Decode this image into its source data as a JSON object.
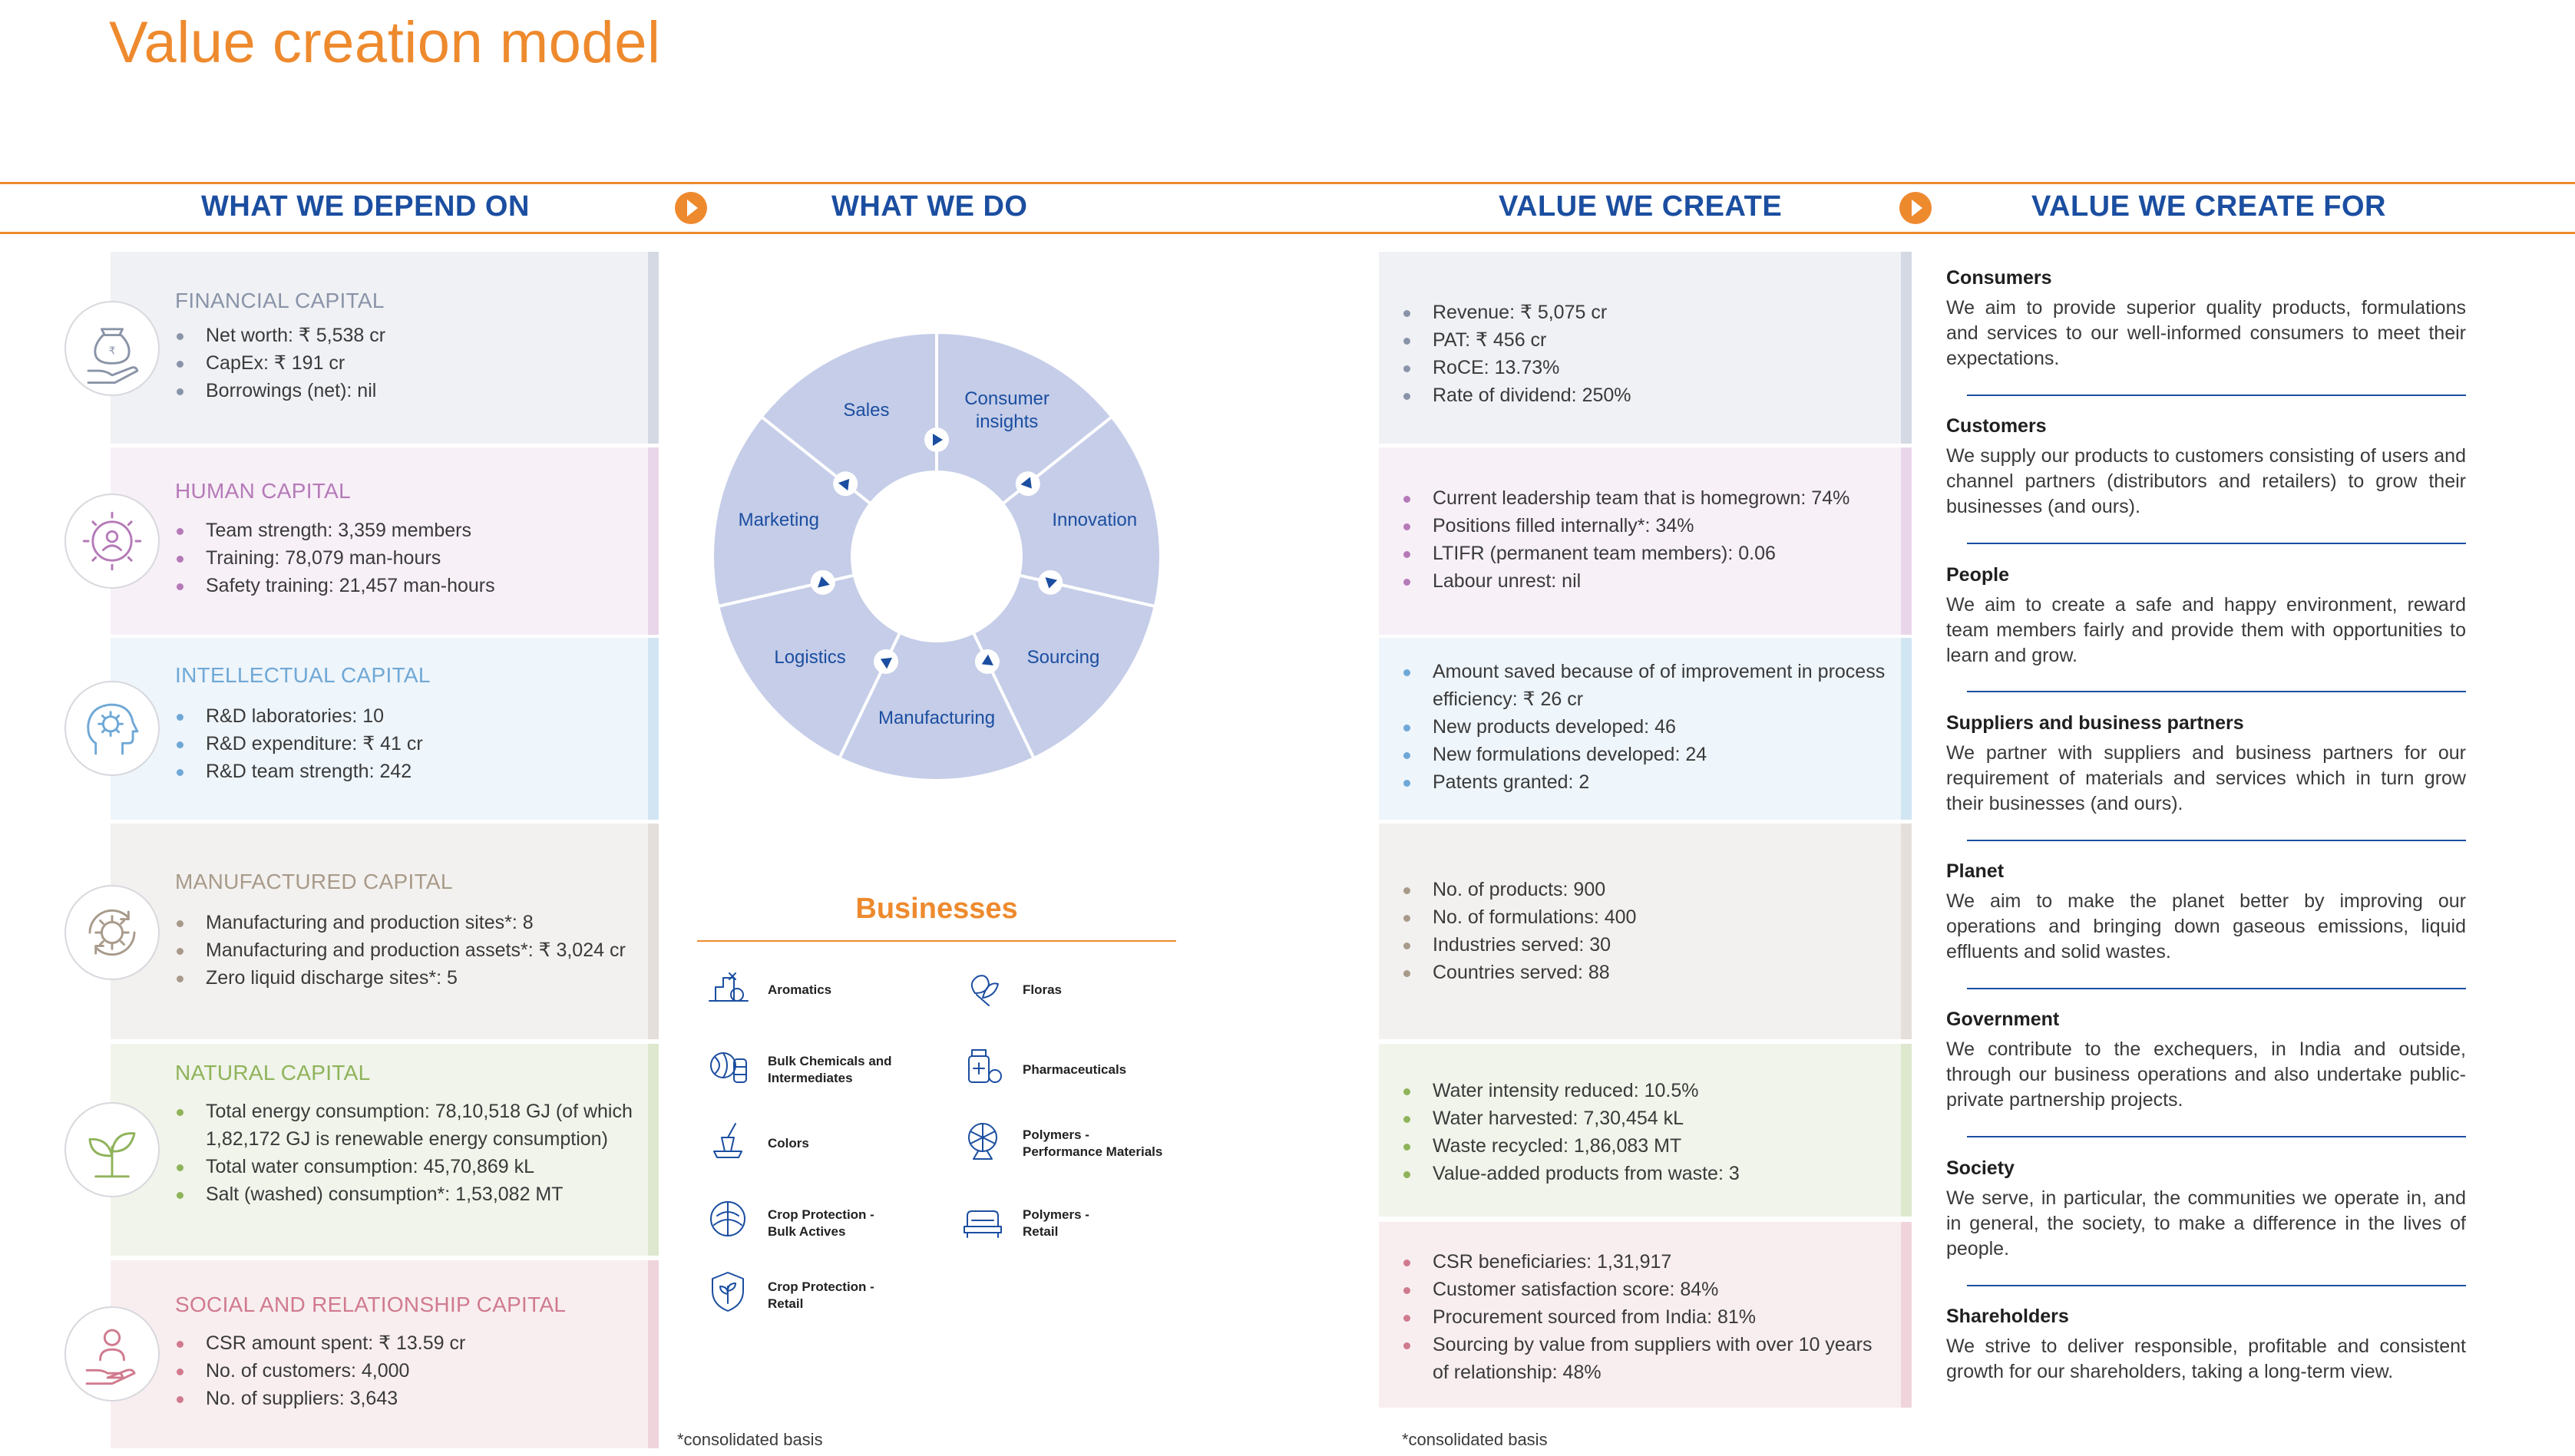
{
  "title": "Value creation model",
  "headers": {
    "depend_on": "WHAT WE DEPEND ON",
    "what_we_do": "WHAT WE DO",
    "value_create": "VALUE WE CREATE",
    "value_for": "VALUE WE CREATE FOR"
  },
  "capitals": [
    {
      "title": "FINANCIAL CAPITAL",
      "color": "#8a94a8",
      "bg": "#f0f1f5",
      "bar": "#d5d9e3",
      "icon": "money-bag-hand-icon",
      "items": [
        "Net worth: ₹ 5,538 cr",
        "CapEx: ₹ 191 cr",
        "Borrowings (net): nil"
      ]
    },
    {
      "title": "HUMAN CAPITAL",
      "color": "#b57ab8",
      "bg": "#f7f0f7",
      "bar": "#ead6ea",
      "icon": "people-gear-icon",
      "items": [
        "Team strength: 3,359 members",
        "Training: 78,079 man-hours",
        "Safety training: 21,457 man-hours"
      ]
    },
    {
      "title": "INTELLECTUAL CAPITAL",
      "color": "#6fa8d6",
      "bg": "#eef5fb",
      "bar": "#d2e5f3",
      "icon": "head-gear-icon",
      "items": [
        "R&D laboratories: 10",
        "R&D expenditure: ₹ 41 cr",
        "R&D team strength: 242"
      ]
    },
    {
      "title": "MANUFACTURED CAPITAL",
      "color": "#a89a8a",
      "bg": "#f3f1ef",
      "bar": "#e4dfda",
      "icon": "gear-cycle-icon",
      "items": [
        "Manufacturing and production sites*: 8",
        "Manufacturing and production assets*: ₹ 3,024 cr",
        "Zero liquid discharge sites*: 5"
      ]
    },
    {
      "title": "NATURAL CAPITAL",
      "color": "#8fb35a",
      "bg": "#f0f4ea",
      "bar": "#dde8cf",
      "icon": "plant-icon",
      "items": [
        "Total energy consumption: 78,10,518 GJ (of which 1,82,172 GJ is renewable energy consumption)",
        "Total water consumption: 45,70,869 kL",
        "Salt (washed) consumption*: 1,53,082 MT"
      ]
    },
    {
      "title": "SOCIAL AND RELATIONSHIP CAPITAL",
      "color": "#d07a8e",
      "bg": "#f8eef0",
      "bar": "#efd5db",
      "icon": "hand-person-icon",
      "items": [
        "CSR amount spent: ₹ 13.59 cr",
        "No. of customers: 4,000",
        "No. of suppliers: 3,643"
      ]
    }
  ],
  "wheel": {
    "fill": "#c5cde8",
    "segments": [
      "Consumer\ninsights",
      "Innovation",
      "Sourcing",
      "Manufacturing",
      "Logistics",
      "Marketing",
      "Sales"
    ]
  },
  "businesses": {
    "title": "Businesses",
    "items": [
      {
        "label": "Aromatics",
        "icon": "aromatics-icon"
      },
      {
        "label": "Floras",
        "icon": "floras-icon"
      },
      {
        "label": "Bulk Chemicals and\nIntermediates",
        "icon": "bulk-chemicals-icon"
      },
      {
        "label": "Pharmaceuticals",
        "icon": "pharmaceuticals-icon"
      },
      {
        "label": "Colors",
        "icon": "colors-icon"
      },
      {
        "label": "Polymers -\nPerformance Materials",
        "icon": "polymers-performance-icon"
      },
      {
        "label": "Crop Protection -\nBulk Actives",
        "icon": "crop-protection-bulk-icon"
      },
      {
        "label": "Polymers -\nRetail",
        "icon": "polymers-retail-icon"
      },
      {
        "label": "Crop Protection -\nRetail",
        "icon": "crop-protection-retail-icon"
      }
    ]
  },
  "values": [
    {
      "color": "#8a94a8",
      "bg": "#f0f1f5",
      "bar": "#d5d9e3",
      "items": [
        "Revenue: ₹ 5,075 cr",
        "PAT: ₹ 456 cr",
        "RoCE: 13.73%",
        "Rate of dividend: 250%"
      ]
    },
    {
      "color": "#b57ab8",
      "bg": "#f7f0f7",
      "bar": "#ead6ea",
      "items": [
        "Current leadership team that is homegrown: 74%",
        "Positions filled internally*: 34%",
        "LTIFR (permanent team members): 0.06",
        "Labour unrest: nil"
      ]
    },
    {
      "color": "#6fa8d6",
      "bg": "#eef5fb",
      "bar": "#d2e5f3",
      "items": [
        "Amount saved because of of improvement in process efficiency: ₹ 26 cr",
        "New products developed: 46",
        "New formulations developed: 24",
        "Patents granted: 2"
      ]
    },
    {
      "color": "#a89a8a",
      "bg": "#f3f1ef",
      "bar": "#e4dfda",
      "items": [
        "No. of products: 900",
        "No. of formulations: 400",
        "Industries served: 30",
        "Countries served: 88"
      ]
    },
    {
      "color": "#8fb35a",
      "bg": "#f0f4ea",
      "bar": "#dde8cf",
      "items": [
        "Water intensity reduced: 10.5%",
        "Water harvested: 7,30,454 kL",
        "Waste recycled: 1,86,083 MT",
        "Value-added products from waste: 3"
      ]
    },
    {
      "color": "#d07a8e",
      "bg": "#f8eef0",
      "bar": "#efd5db",
      "items": [
        "CSR beneficiaries: 1,31,917",
        "Customer satisfaction score: 84%",
        "Procurement sourced from India: 81%",
        "Sourcing by value from suppliers with over 10 years of relationship: 48%"
      ]
    }
  ],
  "stakeholders": [
    {
      "name": "Consumers",
      "desc": "We aim to provide superior quality products, formulations and services to our well-informed consumers to meet their expectations."
    },
    {
      "name": "Customers",
      "desc": "We supply our products to customers consisting of users and channel partners (distributors and retailers) to grow their businesses (and ours)."
    },
    {
      "name": "People",
      "desc": "We aim to create a safe and happy environment, reward team members fairly and provide them with opportunities to learn and grow."
    },
    {
      "name": "Suppliers and business partners",
      "desc": "We partner with suppliers and business partners for our requirement of materials and services which in turn grow their businesses (and ours)."
    },
    {
      "name": "Planet",
      "desc": "We aim to make the planet better by improving our operations and bringing down gaseous emissions, liquid effluents and solid wastes."
    },
    {
      "name": "Government",
      "desc": "We contribute to the exchequers, in India and outside, through our business operations and also undertake public-private partnership projects."
    },
    {
      "name": "Society",
      "desc": "We serve, in particular, the communities we operate in, and in general, the society, to make a difference in the lives of people."
    },
    {
      "name": "Shareholders",
      "desc": "We strive to deliver responsible, profitable and consistent growth for our shareholders, taking a long-term view."
    }
  ],
  "footnotes": {
    "left": "*consolidated basis",
    "right": "*consolidated basis"
  }
}
